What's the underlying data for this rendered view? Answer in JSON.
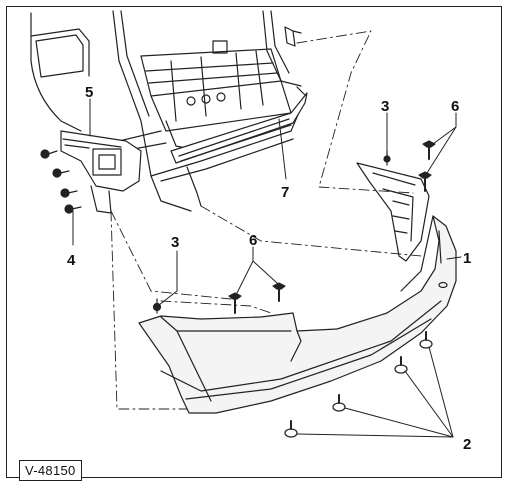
{
  "figure_reference": "V-48150",
  "callouts": [
    {
      "number": "1"
    },
    {
      "number": "2"
    },
    {
      "number": "3"
    },
    {
      "number": "3"
    },
    {
      "number": "4"
    },
    {
      "number": "5"
    },
    {
      "number": "6"
    },
    {
      "number": "6"
    },
    {
      "number": "7"
    }
  ],
  "colors": {
    "line": "#222222",
    "shade": "#555555",
    "background": "#ffffff",
    "bumper_fill": "#f4f4f4"
  }
}
